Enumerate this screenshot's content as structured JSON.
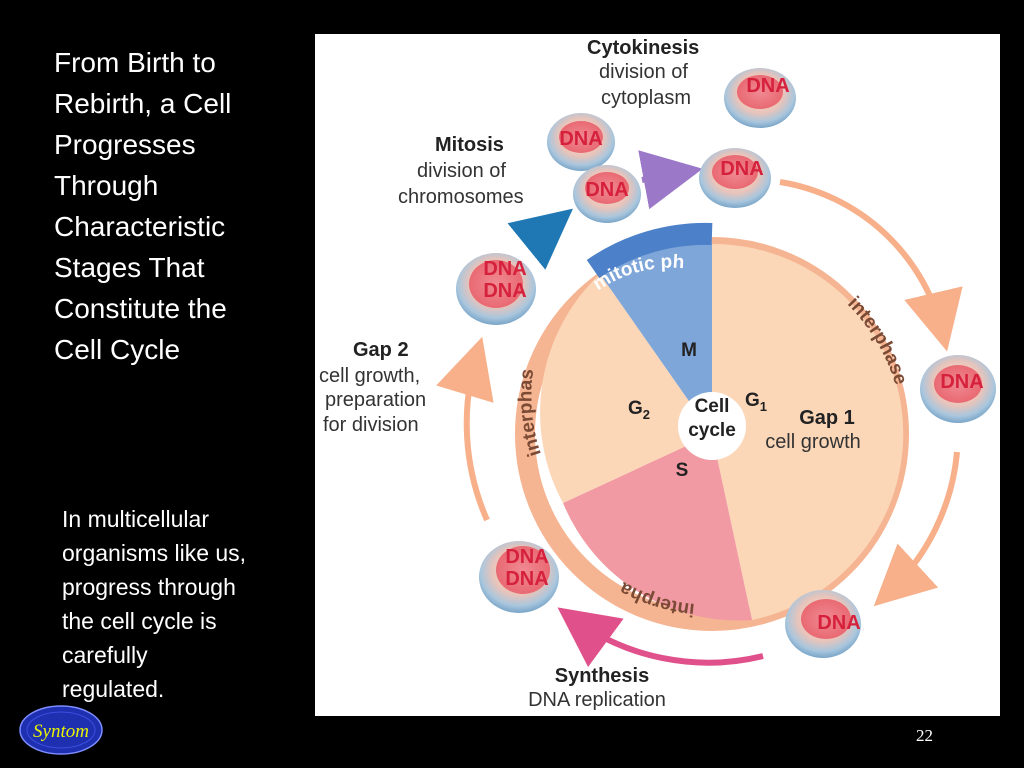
{
  "slide": {
    "title_lines": [
      "From Birth to",
      "Rebirth, a Cell",
      "Progresses",
      "Through",
      "Characteristic",
      "Stages That",
      "Constitute the",
      "Cell Cycle"
    ],
    "body_lines": [
      "In multicellular",
      "organisms like us,",
      "progress through",
      "the cell cycle is",
      "carefully",
      "regulated."
    ],
    "slide_number": "22",
    "logo_text": "Syntom"
  },
  "diagram": {
    "cytokinesis": {
      "title": "Cytokinesis",
      "line1": "division of",
      "line2": "cytoplasm"
    },
    "mitosis": {
      "title": "Mitosis",
      "line1": "division of",
      "line2": "chromosomes"
    },
    "gap2": {
      "title": "Gap 2",
      "line1": "cell growth,",
      "line2": "preparation",
      "line3": "for division"
    },
    "gap1": {
      "title": "Gap 1",
      "line1": "cell growth"
    },
    "synthesis": {
      "title": "Synthesis",
      "line1": "DNA replication"
    },
    "center": {
      "line1": "Cell",
      "line2": "cycle"
    },
    "phases": {
      "m": "M",
      "g1": "G",
      "g1_sub": "1",
      "g2": "G",
      "g2_sub": "2",
      "s": "S"
    },
    "ring": {
      "mitotic": "mitotic ph",
      "interphase_right": "interphase",
      "interphase_left": "interphas",
      "interphase_bottom": "interpha"
    },
    "dna_label": "DNA",
    "colors": {
      "g1": "#fbd7b8",
      "g2": "#fbd7b8",
      "m": "#7ea6d9",
      "s": "#f19aa3",
      "ring": "#f6b592",
      "mitotic_band": "#4c80c8",
      "arrow_orange": "#f7b08a",
      "arrow_blue": "#1f78b4",
      "arrow_purple": "#9b78c8",
      "arrow_pink": "#e0508a",
      "dna_text": "#d6213c"
    }
  }
}
